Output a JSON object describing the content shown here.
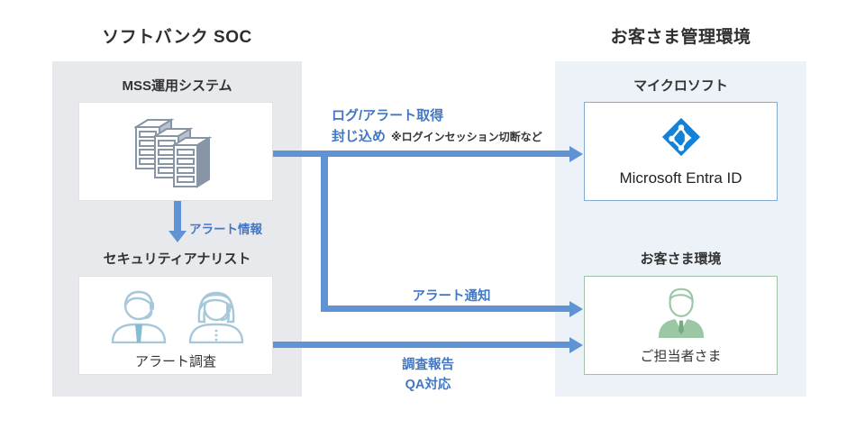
{
  "left_section": {
    "title": "ソフトバンク SOC",
    "mss_title": "MSS運用システム",
    "server_icon": "server-stack-icon",
    "alert_info_label": "アラート情報",
    "analyst_title": "セキュリティアナリスト",
    "analyst_icon": "analysts-headset-icon",
    "analyst_box_label": "アラート調査"
  },
  "right_section": {
    "title": "お客さま管理環境",
    "microsoft_title": "マイクロソフト",
    "entra_icon": "entra-id-icon",
    "entra_label": "Microsoft Entra ID",
    "customer_title": "お客さま環境",
    "person_icon": "contact-person-icon",
    "customer_box_label": "ご担当者さま"
  },
  "flows": {
    "log_alert": "ログ/アラート取得",
    "containment": "封じ込め",
    "containment_note": "※ログインセッション切断など",
    "alert_notice": "アラート通知",
    "report": "調査報告",
    "qa": "QA対応"
  },
  "colors": {
    "arrow_blue": "#5f93d3",
    "label_blue": "#4377c4",
    "panel_gray": "#e8e9ec",
    "panel_blue": "#edf2f9",
    "entra_blue": "#1182d8",
    "person_green": "#9bc7a5",
    "analyst_blue": "#a6c8da",
    "server_gray": "#8795a7",
    "text_dark": "#333333"
  }
}
